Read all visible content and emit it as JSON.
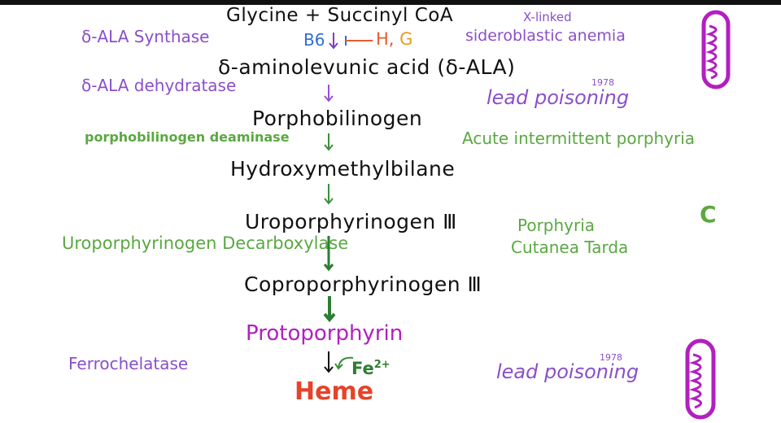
{
  "pathway": {
    "start": "Glycine + Succinyl CoA",
    "cofactor_b6": "B6",
    "inhibitor_h": "H",
    "inhibitor_sep": ",",
    "inhibitor_g": "G",
    "ala_prefix": "δ-aminolevunic acid (",
    "ala_abbr": "δ-ALA",
    "ala_suffix": ")",
    "pbg": "Porphobilinogen",
    "hmb": "Hydroxymethylbilane",
    "uro": "Uroporphyrinogen Ⅲ",
    "copro": "Coproporphyrinogen Ⅲ",
    "proto": "Protoporphyrin",
    "iron": "Fe",
    "iron_charge": "2+",
    "heme": "Heme"
  },
  "enzymes": {
    "ala_synthase": "δ-ALA Synthase",
    "ala_dehydratase": "δ-ALA dehydratase",
    "pbg_deaminase": "porphobilinogen deaminase",
    "uro_decarboxylase": "Uroporphyrinogen Decarboxylase",
    "ferrochelatase": "Ferrochelatase"
  },
  "diseases": {
    "xlinked_line1": "X-linked",
    "xlinked_line2": "sideroblastic anemia",
    "lead_1": "lead poisoning",
    "lead_1_year": "1978",
    "aip": "Acute intermittent porphyria",
    "pct_line1": "Porphyria",
    "pct_line2": "Cutanea Tarda",
    "lead_2": "lead poisoning",
    "lead_2_year": "1978"
  },
  "location": {
    "cytoplasm_label": "C"
  },
  "colors": {
    "purple": "#8a4fc9",
    "green": "#5aa842",
    "dark_green": "#2e7d32",
    "magenta": "#b21fc0",
    "heme_red": "#e5432a",
    "b6_blue": "#2f6ed6",
    "h_orange": "#e65d2e",
    "g_gold": "#e0a020"
  }
}
